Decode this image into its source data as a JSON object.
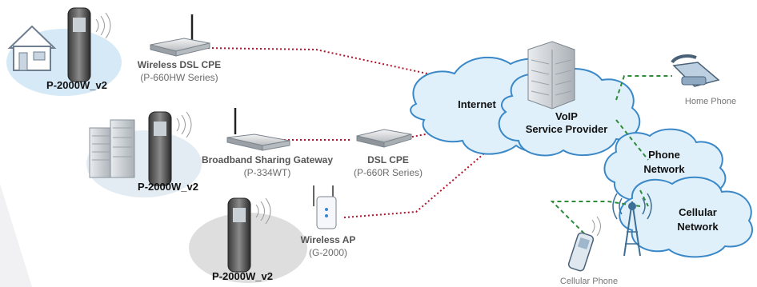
{
  "devices": {
    "wireless_dsl_cpe": {
      "name": "Wireless DSL CPE",
      "model": "(P-660HW Series)"
    },
    "broadband_gateway": {
      "name": "Broadband Sharing Gateway",
      "model": "(P-334WT)"
    },
    "dsl_cpe": {
      "name": "DSL CPE",
      "model": "(P-660R Series)"
    },
    "wireless_ap": {
      "name": "Wireless AP",
      "model": "(G-2000)"
    }
  },
  "phones": [
    {
      "label": "P-2000W_v2"
    },
    {
      "label": "P-2000W_v2"
    },
    {
      "label": "P-2000W_v2"
    }
  ],
  "clouds": {
    "internet": "Internet",
    "voip_line1": "VoIP",
    "voip_line2": "Service Provider",
    "phone_network_line1": "Phone",
    "phone_network_line2": "Network",
    "cellular_network_line1": "Cellular",
    "cellular_network_line2": "Network"
  },
  "endpoints": {
    "home_phone": "Home Phone",
    "cellular_phone": "Cellular Phone"
  },
  "colors": {
    "ip_link": "#b0122b",
    "pstn_link": "#2e8b3a",
    "cloud_fill": "#dff0fb",
    "cloud_stroke": "#3a88c8",
    "ellipse_blue": "#d6e9f7",
    "ellipse_light": "#e4ecf3",
    "ellipse_gray": "#dedede"
  }
}
